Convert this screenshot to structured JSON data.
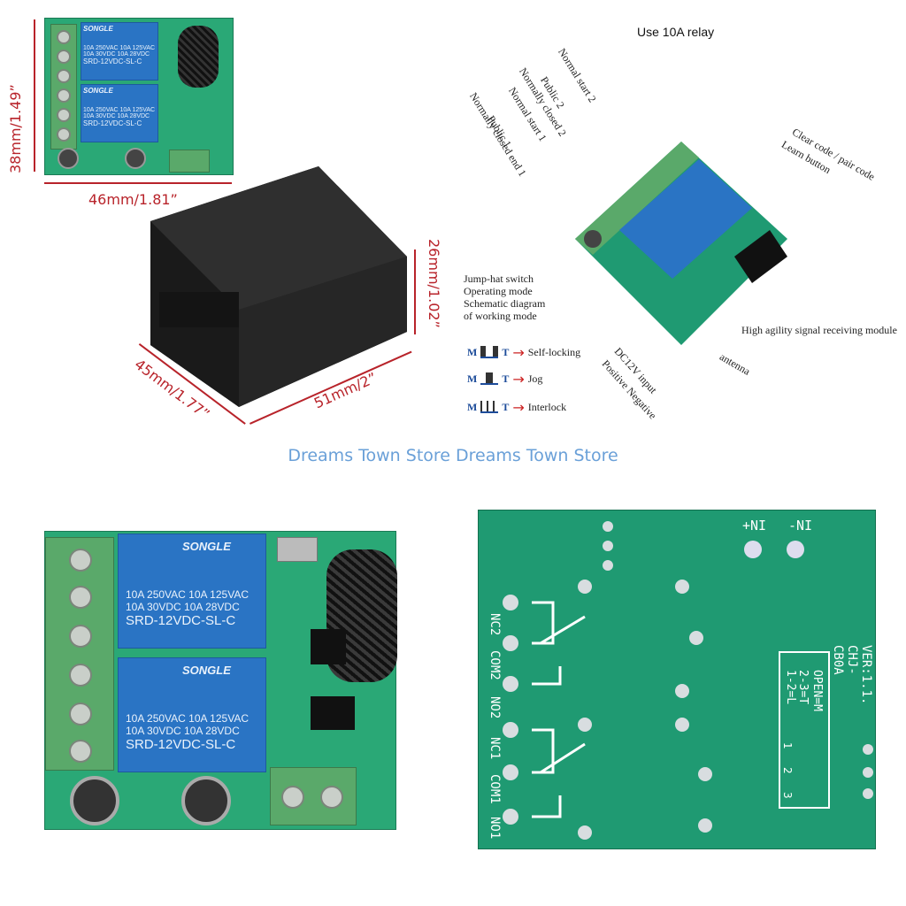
{
  "top_left": {
    "height_dim": "38mm/1.49”",
    "width_dim": "46mm/1.81”",
    "relay_brand": "SONGLE",
    "relay_line1": "10A 250VAC  10A 125VAC",
    "relay_line2": "10A 30VDC  10A 28VDC",
    "relay_model": "SRD-12VDC-SL-C"
  },
  "case": {
    "height_dim": "26mm/1.02”",
    "depth_dim": "45mm/1.77”",
    "width_dim": "51mm/2”"
  },
  "diagram": {
    "title": "Use 10A relay",
    "left_labels": [
      "Normal start 2",
      "Public 2",
      "Normally closed 2",
      "Normal start 1",
      "Public 1",
      "Normally closed end 1"
    ],
    "clear_code": "Clear code / pair code",
    "learn": "Learn button",
    "jump_title": "Jump-hat switch",
    "jump_l2": "Operating mode",
    "jump_l3": "Schematic diagram",
    "jump_l4": "of working mode",
    "high_agility": "High agility signal receiving module",
    "antenna": "antenna",
    "dc_input": "DC12V input",
    "pos_neg": "Positive Negative",
    "modes": [
      {
        "m": "M",
        "t": "T",
        "label": "Self-locking"
      },
      {
        "m": "M",
        "t": "T",
        "label": "Jog"
      },
      {
        "m": "M",
        "t": "T",
        "label": "Interlock"
      }
    ]
  },
  "store": "Dreams Town Store Dreams Town Store",
  "board_front": {
    "brand": "SONGLE",
    "line1": "10A 250VAC  10A 125VAC",
    "line2": "10A 30VDC  10A 28VDC",
    "model": "SRD-12VDC-SL-C"
  },
  "board_back": {
    "terms": [
      "NC2",
      "COM2",
      "NO2",
      "NC1",
      "COM1",
      "NO1"
    ],
    "pos": "+NI",
    "neg": "-NI",
    "model": "CHJ-CB0A",
    "ver": "VER:1.1.",
    "jumper1": "1-2=L",
    "jumper2": "2-3=T",
    "jumper3": "OPEN=M",
    "pins": [
      "3",
      "2",
      "1"
    ]
  },
  "colors": {
    "dim_red": "#b8232a",
    "pcb_green": "#1f9a72",
    "relay_blue": "#2a74c4",
    "store_blue": "#6aa0d8"
  }
}
